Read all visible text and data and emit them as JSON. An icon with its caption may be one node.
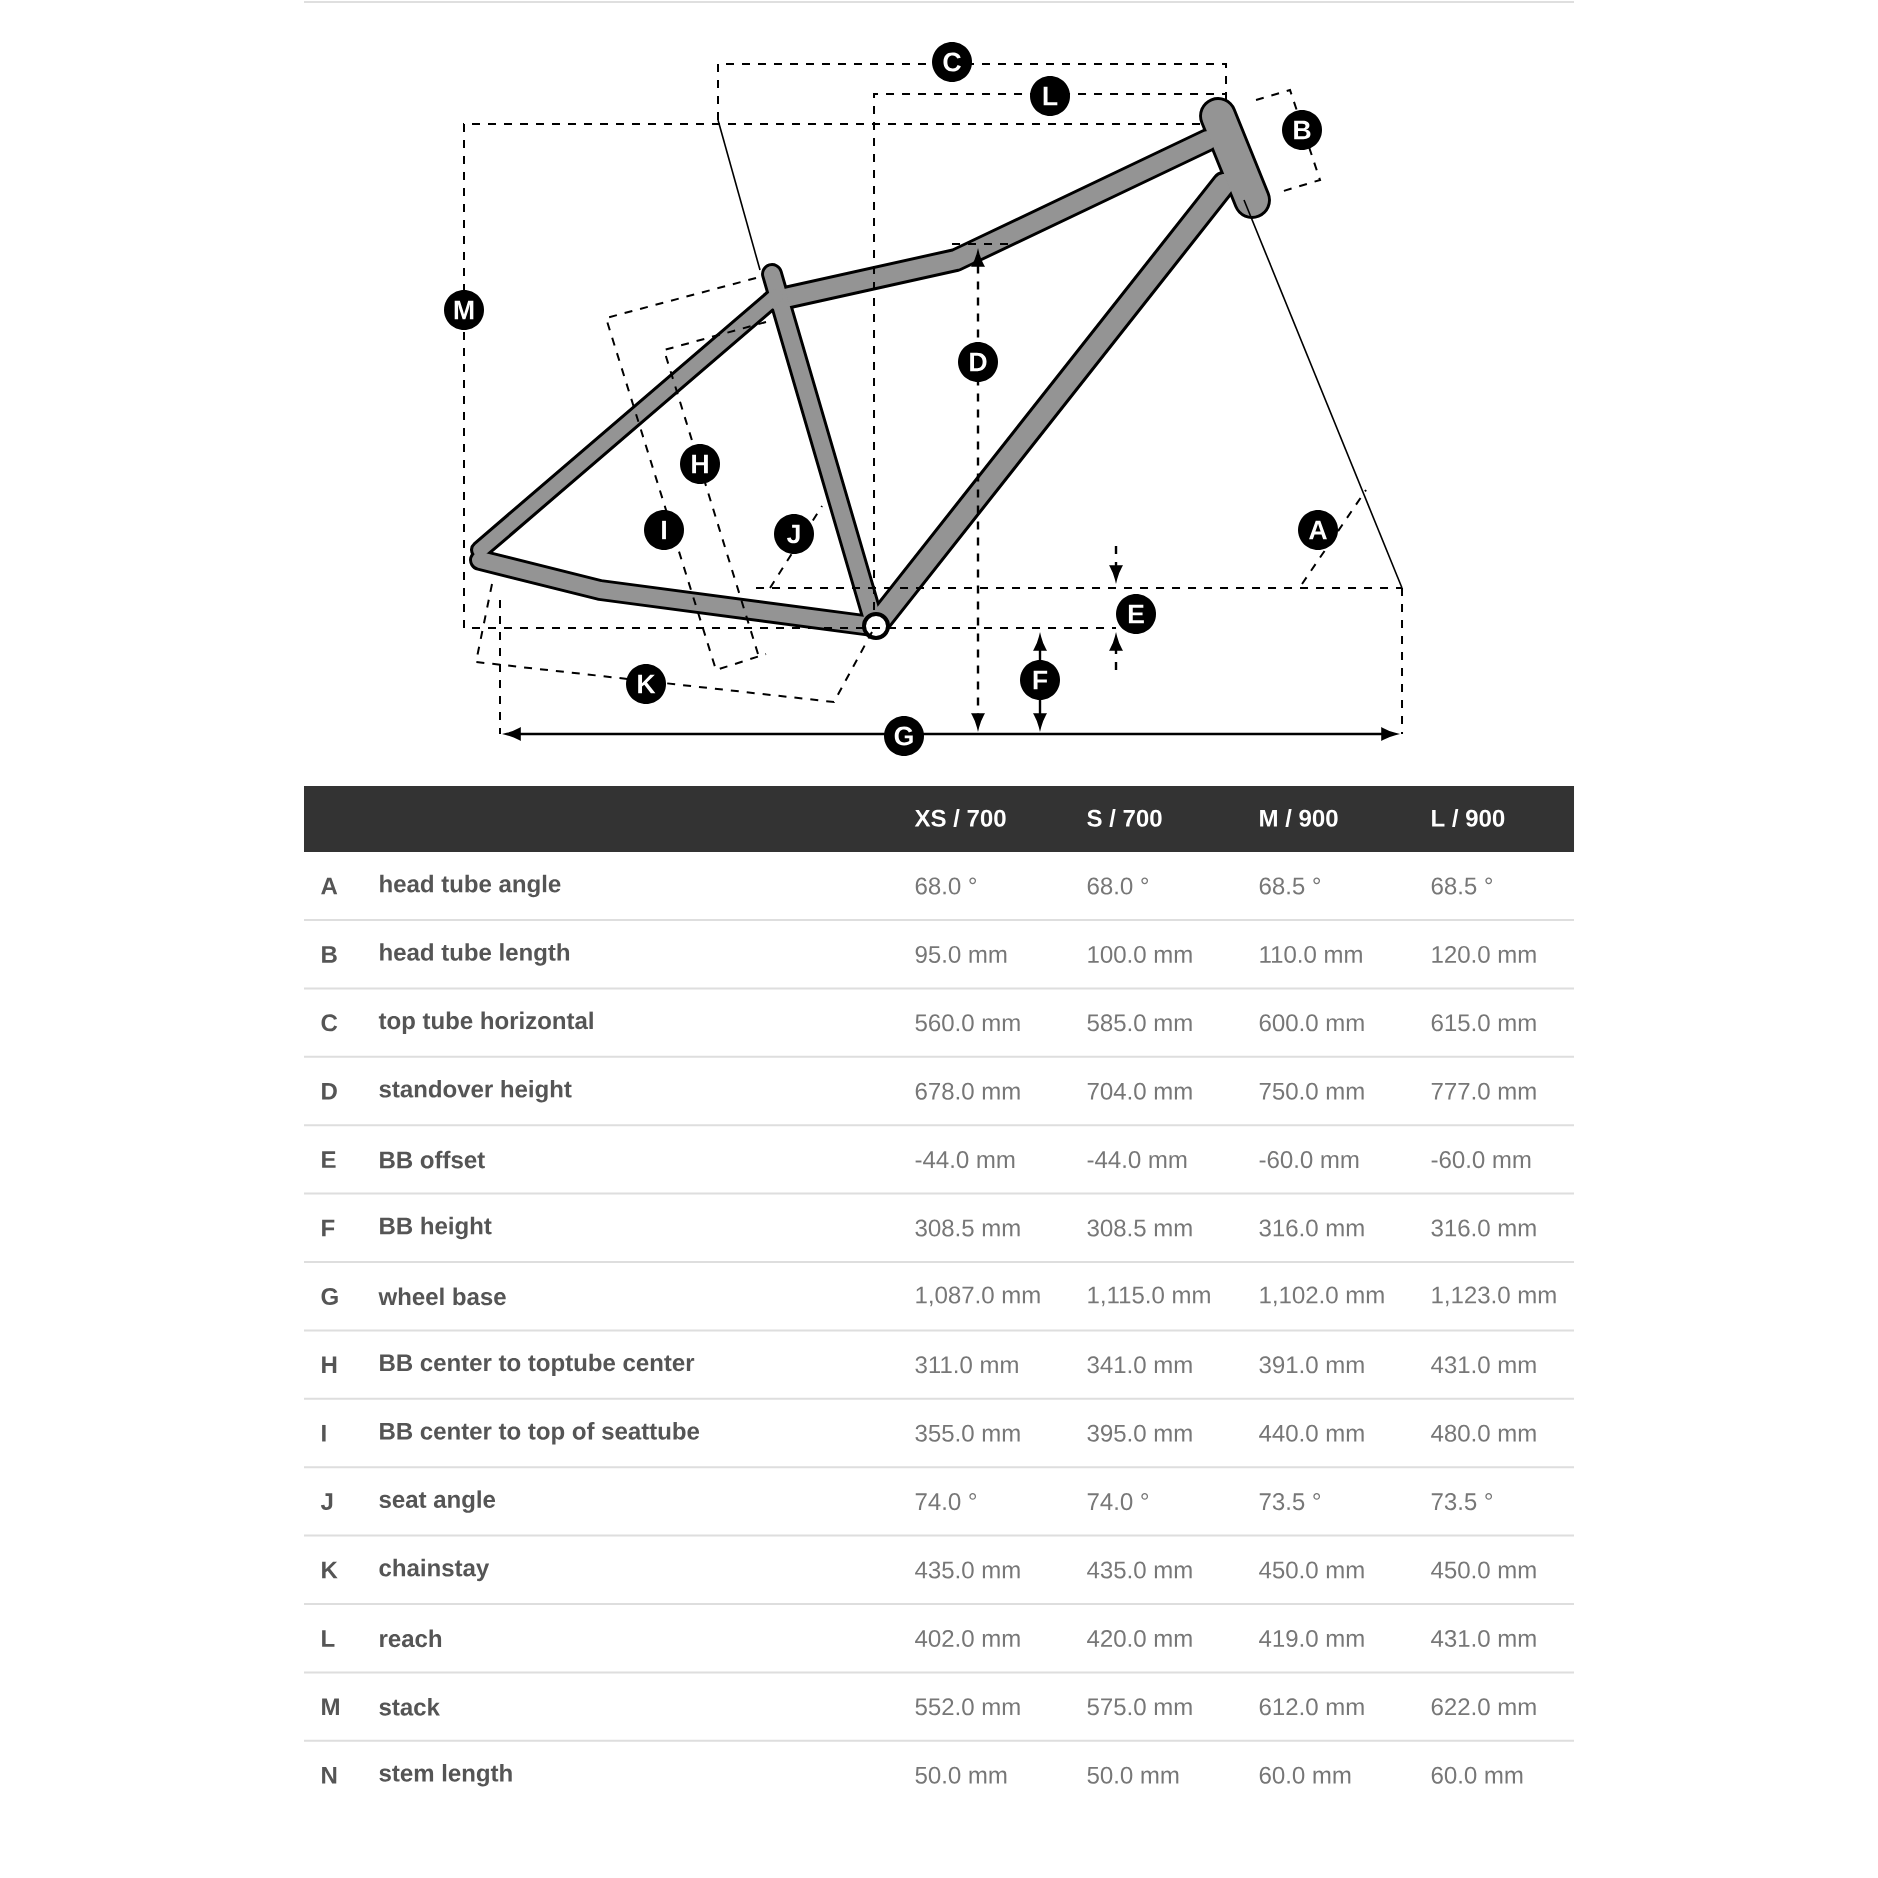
{
  "diagram": {
    "labels": [
      "C",
      "L",
      "B",
      "M",
      "D",
      "H",
      "I",
      "J",
      "A",
      "E",
      "K",
      "F",
      "G",
      "XS / 700",
      "S / 700",
      "M / 900",
      "L / 900",
      "A",
      "head tube angle",
      "68.0 °",
      "68.0 °",
      "68.5 °",
      "68.5 °",
      "B",
      "head tube length",
      "95.0 mm",
      "100.0 mm",
      "110.0 mm",
      "120.0 mm",
      "C",
      "top tube horizontal",
      "560.0 mm",
      "585.0 mm",
      "600.0 mm",
      "615.0 mm",
      "D",
      "standover height",
      "678.0 mm",
      "704.0 mm",
      "750.0 mm",
      "777.0 mm",
      "E",
      "BB offset",
      "-44.0 mm",
      "-44.0 mm",
      "-60.0 mm",
      "-60.0 mm",
      "F",
      "BB height",
      "308.5 mm",
      "308.5 mm",
      "316.0 mm",
      "316.0 mm",
      "G",
      "wheel base",
      "1,087.0 mm",
      "1,115.0 mm",
      "1,102.0 mm",
      "1,123.0 mm",
      "H",
      "BB center to toptube center",
      "311.0 mm",
      "341.0 mm",
      "391.0 mm",
      "431.0 mm",
      "I",
      "BB center to top of seattube",
      "355.0 mm",
      "395.0 mm",
      "440.0 mm",
      "480.0 mm",
      "J",
      "seat angle",
      "74.0 °",
      "74.0 °",
      "73.5 °",
      "73.5 °",
      "K",
      "chainstay",
      "435.0 mm",
      "435.0 mm",
      "450.0 mm",
      "450.0 mm",
      "L",
      "reach",
      "402.0 mm",
      "420.0 mm",
      "419.0 mm",
      "431.0 mm",
      "M",
      "stack",
      "552.0 mm",
      "575.0 mm",
      "612.0 mm",
      "622.0 mm",
      "N",
      "stem length",
      "50.0 mm",
      "50.0 mm",
      "60.0 mm",
      "60.0 mm"
    ]
  }
}
